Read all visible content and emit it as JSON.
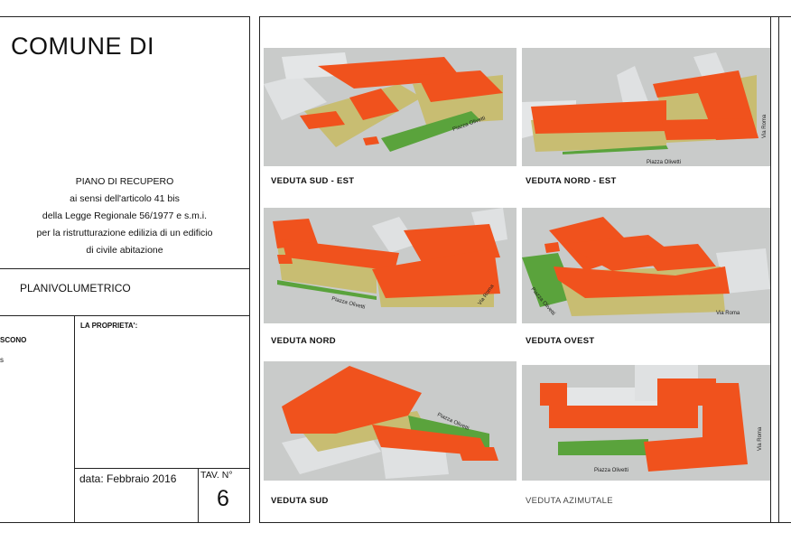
{
  "header": {
    "title": "COMUNE DI"
  },
  "description": {
    "lines": [
      "PIANO DI RECUPERO",
      "ai sensi dell'articolo 41 bis",
      "della Legge Regionale 56/1977 e s.m.i.",
      "per la ristrutturazione edilizia di un edificio",
      "di civile abitazione"
    ]
  },
  "section": {
    "title": "PLANIVOLUMETRICO"
  },
  "left_box": {
    "label": "SCONO",
    "extra": "s"
  },
  "owner": {
    "label": "LA PROPRIETA':"
  },
  "footer": {
    "date": "data: Febbraio 2016",
    "tav_label": "TAV. N°",
    "tav_number": "6"
  },
  "views": [
    {
      "caption": "VEDUTA  SUD - EST",
      "street_labels": [
        "Piazza Olivetti"
      ]
    },
    {
      "caption": "VEDUTA  NORD - EST",
      "street_labels": [
        "Piazza Olivetti",
        "Via Roma"
      ]
    },
    {
      "caption": "VEDUTA  NORD",
      "street_labels": [
        "Piazza Olivetti",
        "Via Roma"
      ]
    },
    {
      "caption": "VEDUTA  OVEST",
      "street_labels": [
        "Piazza Olivetti",
        "Via Roma"
      ]
    },
    {
      "caption": "VEDUTA  SUD",
      "street_labels": [
        "Piazza Olivetti"
      ]
    },
    {
      "caption": "VEDUTA  AZIMUTALE",
      "street_labels": [
        "Piazza Olivetti",
        "Via Roma"
      ]
    }
  ],
  "colors": {
    "roof": "#f0521d",
    "wall": "#c8bd72",
    "grass": "#5aa33c",
    "ground": "#c9cbca",
    "context": "#dfe1e2"
  }
}
